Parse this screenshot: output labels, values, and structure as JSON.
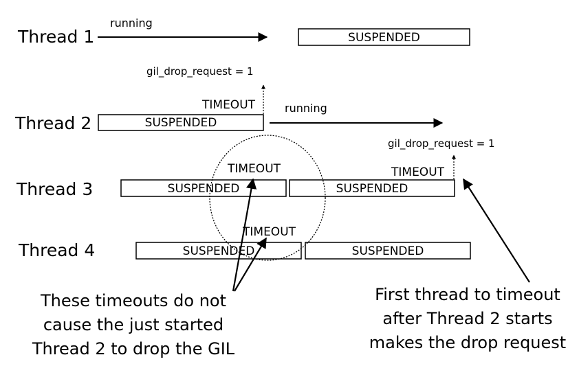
{
  "threads": {
    "t1": "Thread 1",
    "t2": "Thread 2",
    "t3": "Thread 3",
    "t4": "Thread 4"
  },
  "state": {
    "running": "running",
    "suspended": "SUSPENDED",
    "timeout": "TIMEOUT",
    "gil_drop_request": "gil_drop_request = 1"
  },
  "notes": {
    "left": [
      "These timeouts do not",
      "cause the just started",
      "Thread 2 to drop the GIL"
    ],
    "right": [
      "First thread to timeout",
      "after Thread 2 starts",
      "makes the drop request"
    ]
  }
}
